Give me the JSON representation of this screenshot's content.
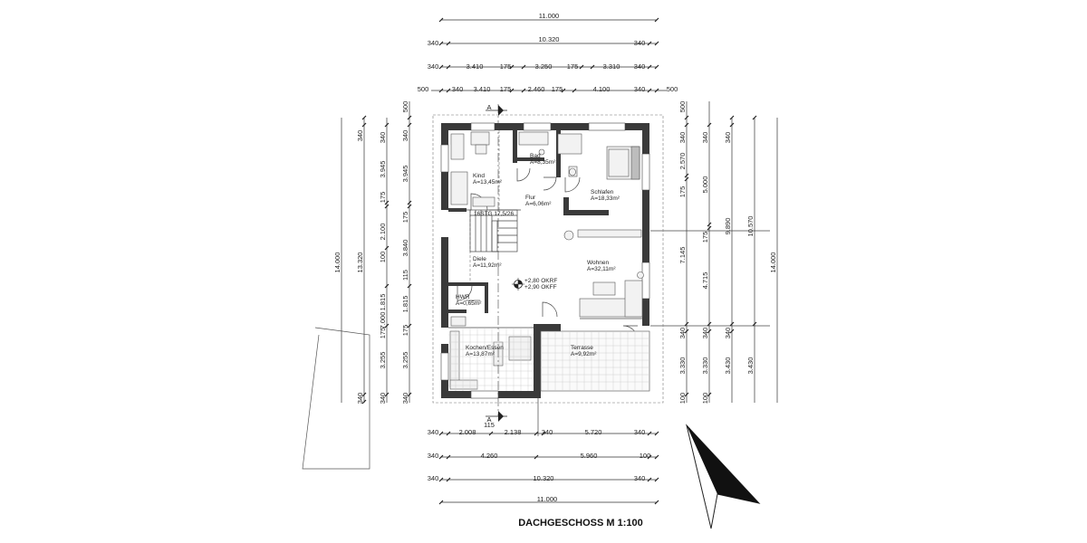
{
  "title": "DACHGESCHOSS M 1:100",
  "section_marker": "A",
  "dims_top": {
    "row1": [
      "11.000"
    ],
    "row2": [
      "340",
      "10.320",
      "340"
    ],
    "row3": [
      "340",
      "3.410",
      "175",
      "3.250",
      "175",
      "3.310",
      "340"
    ],
    "row4": [
      "500",
      "340",
      "3.410",
      "175",
      "2.460",
      "175",
      "4.100",
      "340",
      "500"
    ]
  },
  "dims_bottom": {
    "row1": [
      "340",
      "2.008",
      "2.138",
      "340",
      "5.720",
      "340"
    ],
    "row1_extra": "115",
    "row2": [
      "340",
      "4.260",
      "5.960",
      "100"
    ],
    "row3": [
      "340",
      "10.320",
      "340"
    ],
    "row4": [
      "11.000"
    ]
  },
  "dims_left": {
    "col_outer": [
      "14.000"
    ],
    "col_2": [
      "340",
      "13.320",
      "340"
    ],
    "col_3": [
      "340",
      "3.945",
      "175",
      "2.100",
      "100",
      "1.815",
      "175",
      "7.000",
      "3.255",
      "340"
    ],
    "col_4": [
      "500",
      "340",
      "3.945",
      "175",
      "3.840",
      "115",
      "1.815",
      "175",
      "3.255",
      "340"
    ]
  },
  "dims_right": {
    "col_1": [
      "500",
      "340",
      "2.570",
      "175",
      "7.145",
      "340",
      "3.330",
      "100"
    ],
    "col_2": [
      "340",
      "5.000",
      "175",
      "4.715",
      "340",
      "3.330",
      "100"
    ],
    "col_3": [
      "340",
      "9.890",
      "340",
      "3.430"
    ],
    "col_4": [
      "10.570",
      "3.430"
    ],
    "col_outer": [
      "14.000"
    ],
    "terrace_500": "500"
  },
  "rooms": [
    {
      "name": "Kind",
      "area": "A=13,45m²"
    },
    {
      "name": "Bad",
      "area": "A=8,35m²"
    },
    {
      "name": "Flur",
      "area": "A=6,06m²"
    },
    {
      "name": "Schlafen",
      "area": "A=18,33m²"
    },
    {
      "name": "Diele",
      "area": "A=11,92m²"
    },
    {
      "name": "Wohnen",
      "area": "A=32,11m²"
    },
    {
      "name": "HWR",
      "area": "A=0,65m²"
    },
    {
      "name": "Kochen/Essen",
      "area": "A=13,87m²"
    },
    {
      "name": "Terrasse",
      "area": "A=9,92m²"
    }
  ],
  "levels": {
    "okrf": "+2,80 OKRF",
    "okff": "+2,90 OKFF"
  },
  "stair_label": "16STG 17,5/26"
}
